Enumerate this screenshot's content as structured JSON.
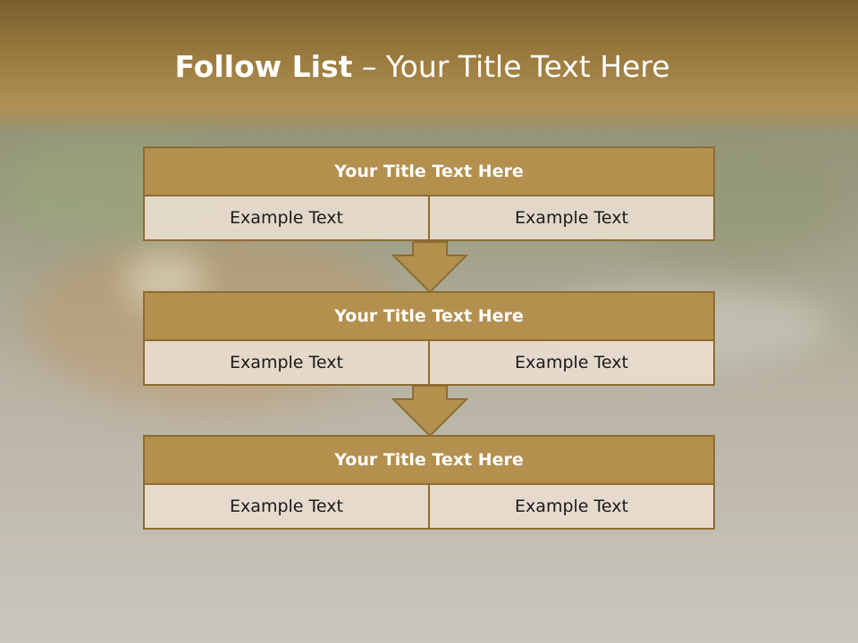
{
  "slide": {
    "title_bold": "Follow List",
    "title_rest": "– Your Title Text Here"
  },
  "steps": [
    {
      "title": "Your Title Text Here",
      "left": "Example Text",
      "right": "Example Text"
    },
    {
      "title": "Your Title Text Here",
      "left": "Example Text",
      "right": "Example Text"
    },
    {
      "title": "Your Title Text Here",
      "left": "Example Text",
      "right": "Example Text"
    }
  ],
  "colors": {
    "header": "#9c7c3f",
    "box_title": "#b3904e",
    "box_border": "#8c6d32",
    "cell_fill": "#e8dcce",
    "arrow": "#b3904e"
  },
  "icons": [
    "down-arrow-icon",
    "down-arrow-icon"
  ]
}
